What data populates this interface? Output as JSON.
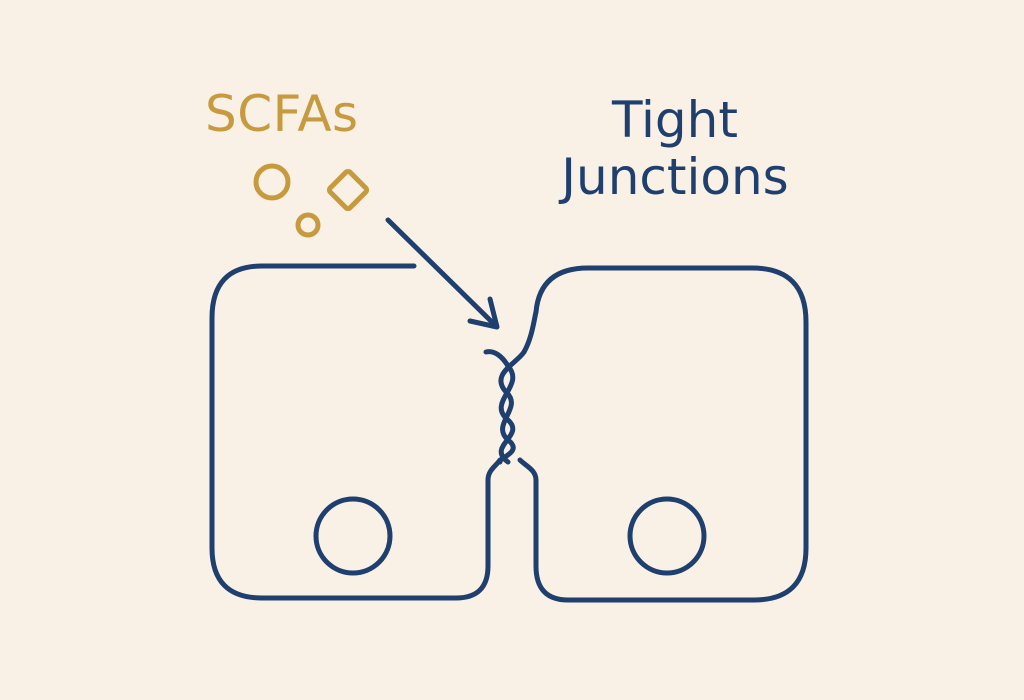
{
  "labels": {
    "scfas": "SCFAs",
    "tight_junctions_line1": "Tight",
    "tight_junctions_line2": "Junctions"
  },
  "colors": {
    "background": "#f9f1e6",
    "cell_outline": "#1f3f6e",
    "scfa_gold": "#c79a3d",
    "label_navy": "#1f3f6e"
  },
  "icons": {
    "scfa_molecules": [
      "circle",
      "diamond",
      "circle"
    ],
    "arrow": "arrow-icon",
    "junction": "intertwined-strands"
  }
}
